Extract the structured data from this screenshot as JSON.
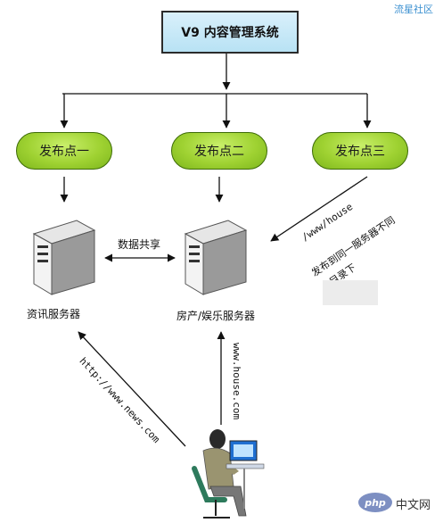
{
  "watermark": "流星社区",
  "title": "V9 内容管理系统",
  "publish_points": [
    "发布点一",
    "发布点二",
    "发布点三"
  ],
  "servers": {
    "news": "资讯服务器",
    "house": "房产/娱乐服务器"
  },
  "data_share": "数据共享",
  "annotation": {
    "path": "/www/house",
    "line1": "发布到同一服务器不同",
    "line2": "目录下"
  },
  "urls": {
    "news": "http://www.news.com",
    "house": "www.house.com"
  },
  "footer": {
    "logo": "php",
    "site": "中文网"
  }
}
